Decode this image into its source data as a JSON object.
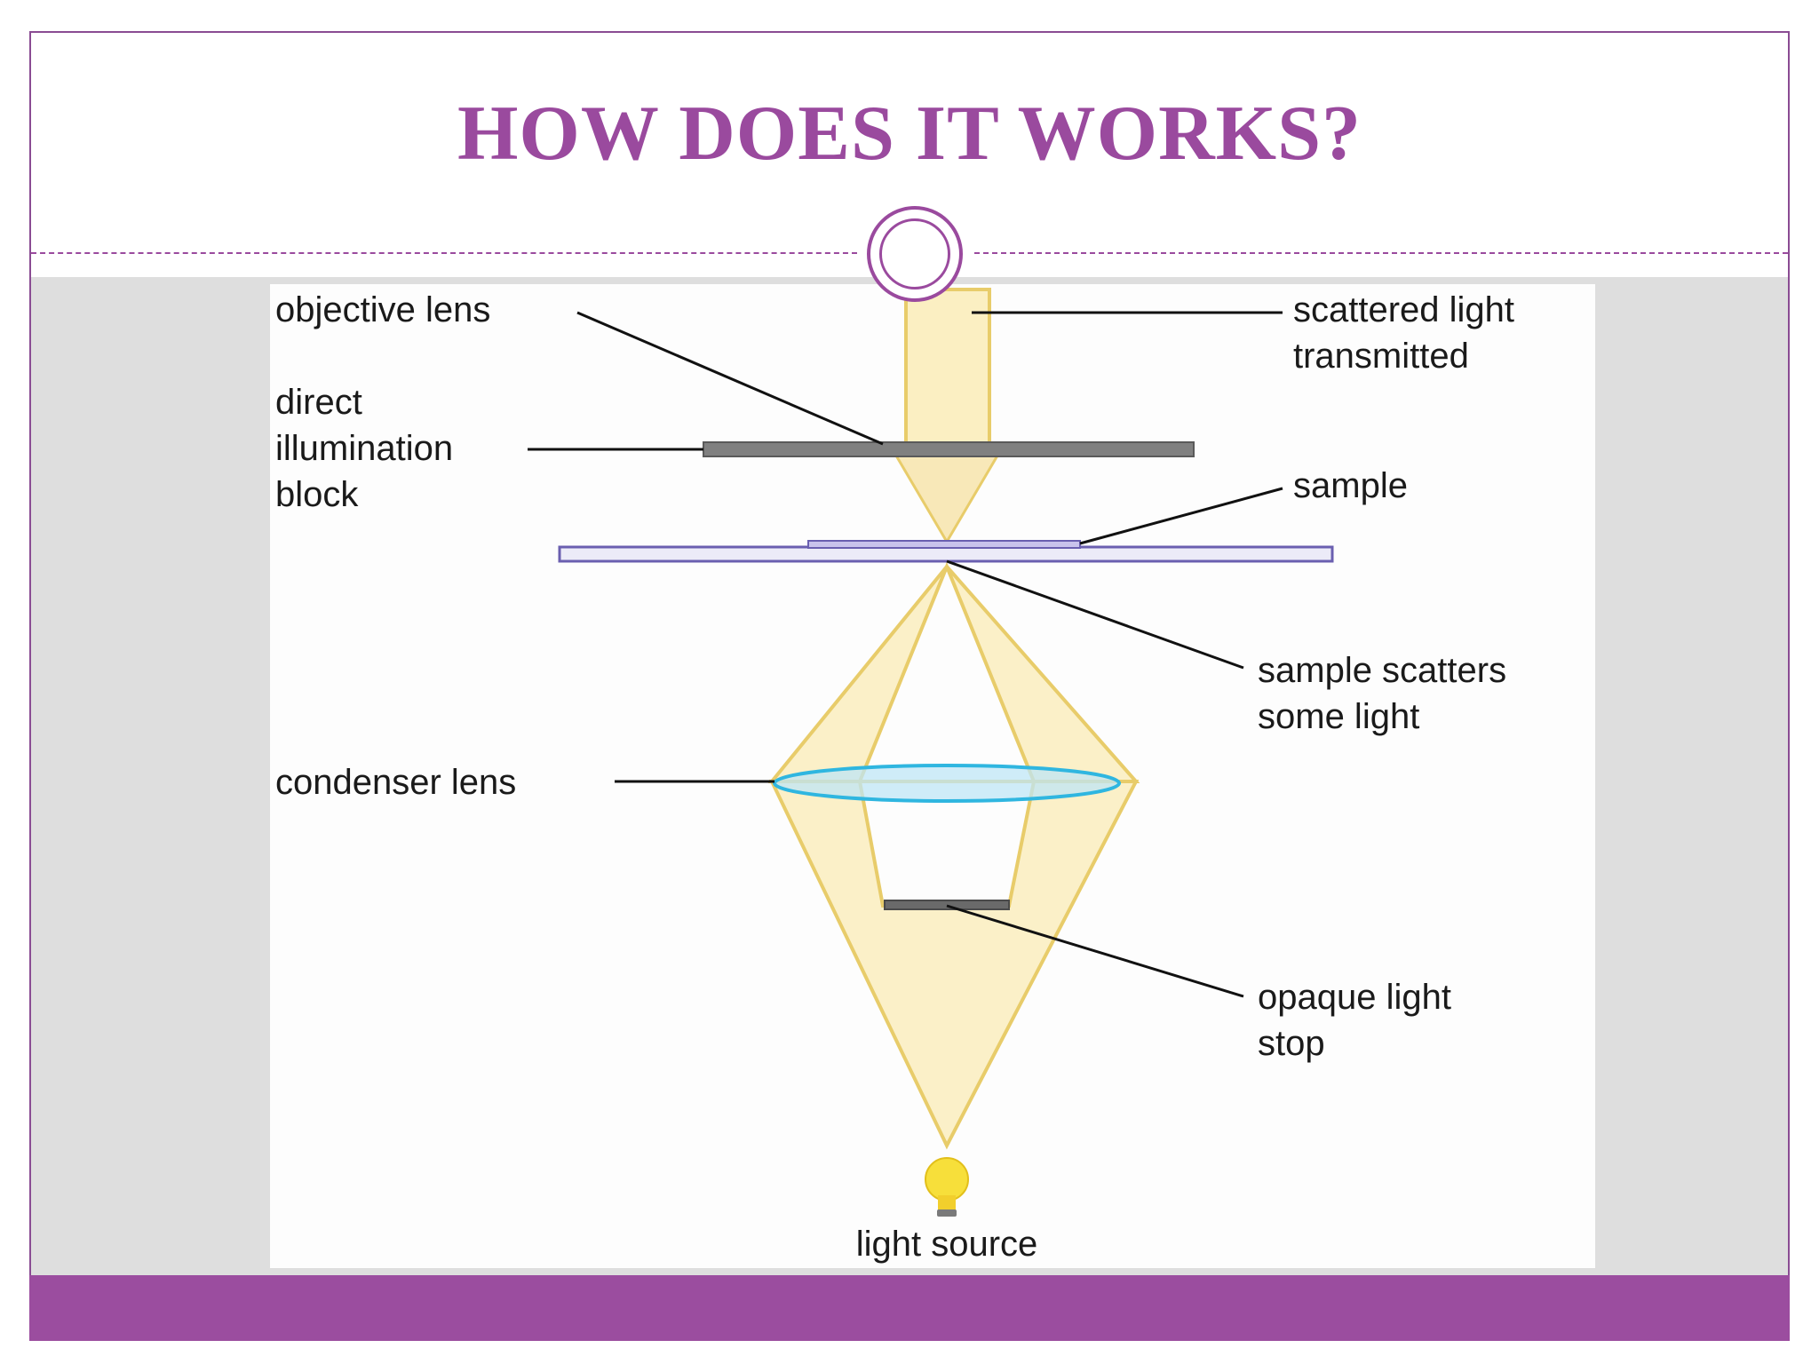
{
  "slide": {
    "title": "HOW DOES IT WORKS?"
  },
  "diagram": {
    "labels": {
      "objective_lens": "objective lens",
      "direct_illumination_block": [
        "direct",
        "illumination",
        "block"
      ],
      "scattered_light_transmitted": [
        "scattered light",
        "transmitted"
      ],
      "sample": "sample",
      "sample_scatters_some_light": [
        "sample scatters",
        "some light"
      ],
      "condenser_lens": "condenser lens",
      "opaque_light_stop": [
        "opaque light",
        "stop"
      ],
      "light_source": "light source"
    },
    "colors": {
      "light_fill": "#fbf0c8",
      "light_edge": "#e8cc6a",
      "block": "#808080",
      "slide": "#6a5fb0",
      "condenser": "#2fb6e0",
      "bulb": "#f7df3a",
      "accent": "#9a4a9e"
    }
  }
}
